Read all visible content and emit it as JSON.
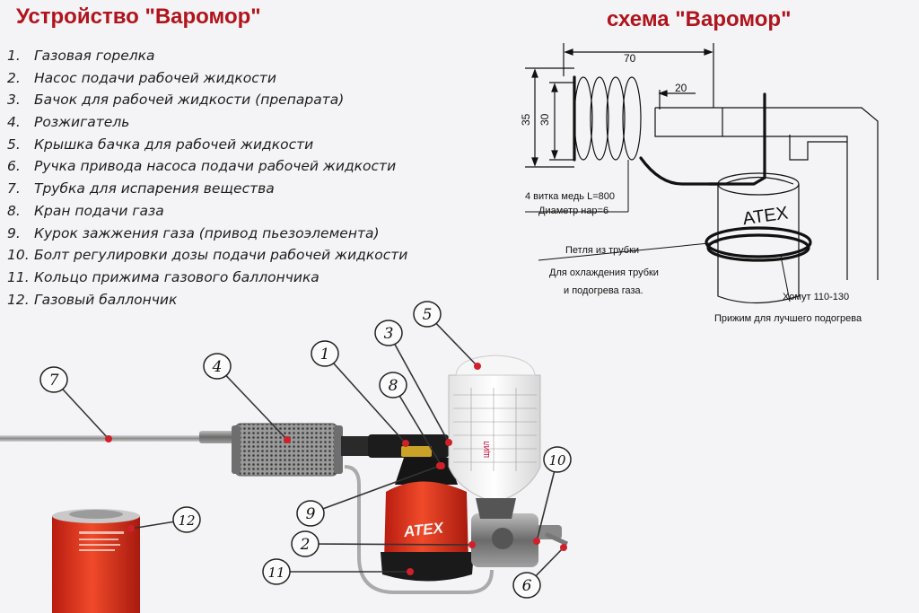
{
  "titles": {
    "device": "Устройство \"Варомор\"",
    "scheme": "схема \"Варомор\""
  },
  "legend": [
    {
      "num": "1.",
      "text": "Газовая горелка"
    },
    {
      "num": "2.",
      "text": "Насос подачи рабочей жидкости"
    },
    {
      "num": "3.",
      "text": "Бачок для рабочей жидкости (препарата)"
    },
    {
      "num": "4.",
      "text": "Розжигатель"
    },
    {
      "num": "5.",
      "text": "Крышка бачка для рабочей жидкости"
    },
    {
      "num": "6.",
      "text": "Ручка привода насоса подачи рабочей жидкости"
    },
    {
      "num": "7.",
      "text": "Трубка для испарения вещества"
    },
    {
      "num": "8.",
      "text": "Кран подачи газа"
    },
    {
      "num": "9.",
      "text": "Курок зажжения газа (привод пьезоэлемента)"
    },
    {
      "num": "10.",
      "text": "Болт регулировки дозы подачи рабочей жидкости"
    },
    {
      "num": "11.",
      "text": "Кольцо прижима газового баллончика"
    },
    {
      "num": "12.",
      "text": "Газовый баллончик"
    }
  ],
  "scheme": {
    "dim_width": "70",
    "dim_height_outer": "35",
    "dim_height_inner": "30",
    "dim_small": "20",
    "coil_note_1": "4 витка медь L=800",
    "coil_note_2": "Диаметр нар=6",
    "loop_note_1": "Петля из трубки",
    "loop_note_2": "Для охлаждения трубки",
    "loop_note_3": "и подогрева газа.",
    "clamp_note_1": "Хомут 110-130",
    "clamp_note_2": "Прижим для лучшего подогрева",
    "can_label": "ATEX"
  },
  "photo": {
    "callouts": [
      "1",
      "2",
      "3",
      "4",
      "5",
      "6",
      "7",
      "8",
      "9",
      "10",
      "11",
      "12"
    ],
    "canister_label": "ATEX",
    "tank_marking": "ЩИЛ"
  },
  "colors": {
    "title": "#b0141c",
    "callout_dot": "#d0202a",
    "canister": "#e0331f"
  }
}
